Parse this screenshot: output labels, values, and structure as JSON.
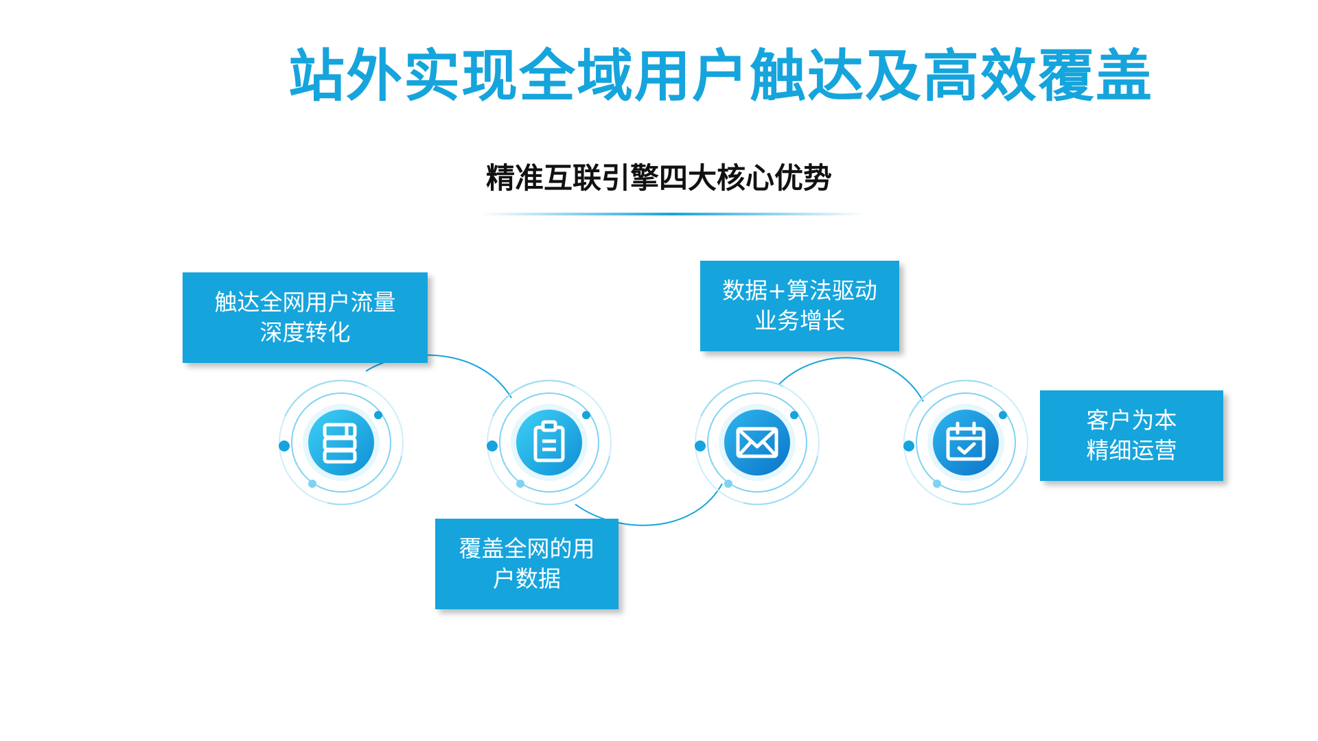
{
  "title": "站外实现全域用户触达及高效覆盖",
  "subtitle": "精准互联引擎四大核心优势",
  "advantages": [
    {
      "line1": "触达全网用户流量",
      "line2": "深度转化",
      "icon": "book-stack-icon"
    },
    {
      "line1": "覆盖全网的用",
      "line2": "户数据",
      "icon": "clipboard-icon"
    },
    {
      "line1": "数据+算法驱动",
      "line2": "业务增长",
      "icon": "envelope-icon"
    },
    {
      "line1": "客户为本",
      "line2": "精细运营",
      "icon": "calendar-check-icon"
    }
  ],
  "colors": {
    "accent": "#16a4dc",
    "title": "#16a4dc",
    "subtitle": "#111111",
    "box_text": "#ffffff"
  }
}
